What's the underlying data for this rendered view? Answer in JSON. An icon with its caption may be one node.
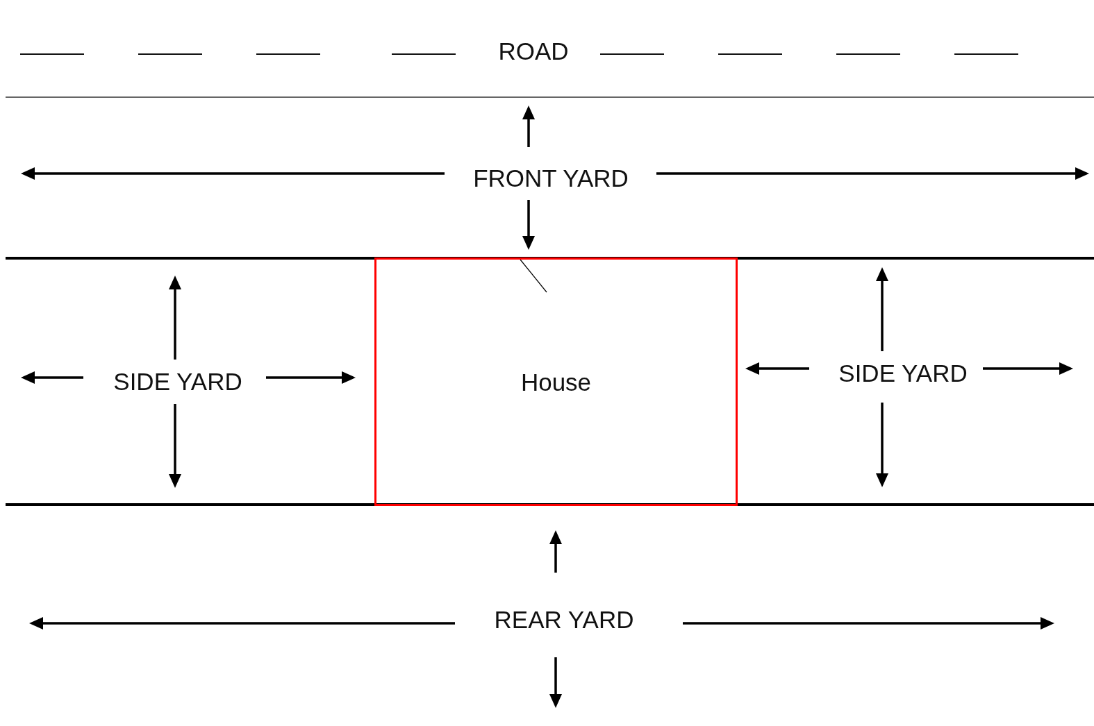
{
  "diagram": {
    "nodes": [
      {
        "text": [
          "House"
        ]
      }
    ],
    "labels": [
      "ROAD",
      "FRONT YARD",
      "SIDE YARD",
      "SIDE YARD",
      "REAR YARD"
    ]
  }
}
